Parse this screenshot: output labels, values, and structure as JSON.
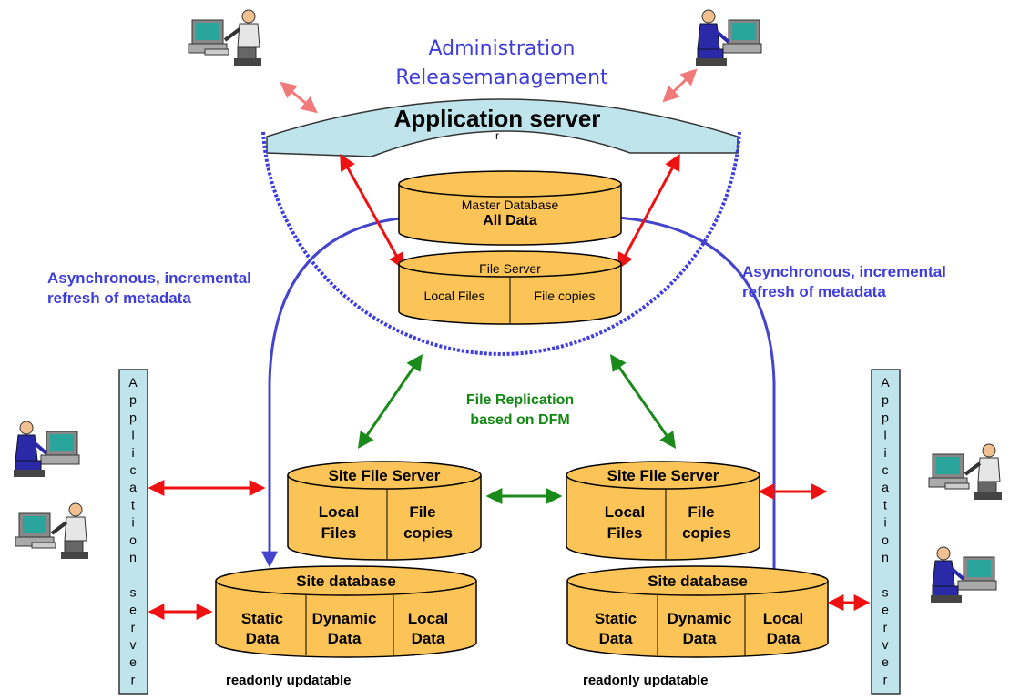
{
  "admin": {
    "line1": "Administration",
    "line2": "Releasemanagement"
  },
  "app_server": {
    "label": "Application server",
    "stray_mark": "r"
  },
  "master_db": {
    "title": "Master Database",
    "subtitle": "All Data"
  },
  "file_server": {
    "title": "File Server",
    "left": "Local Files",
    "right": "File copies"
  },
  "async_left": {
    "line1": "Asynchronous, incremental",
    "line2": "refresh of metadata"
  },
  "async_right": {
    "line1": "Asynchronous, incremental",
    "line2": "refresh of metadata"
  },
  "replication": {
    "line1": "File Replication",
    "line2": "based on DFM"
  },
  "site_file_server_left": {
    "title": "Site File Server",
    "left1": "Local",
    "left2": "Files",
    "right1": "File",
    "right2": "copies"
  },
  "site_file_server_right": {
    "title": "Site File Server",
    "left1": "Local",
    "left2": "Files",
    "right1": "File",
    "right2": "copies"
  },
  "site_db_left": {
    "title": "Site database",
    "c1a": "Static",
    "c1b": "Data",
    "c2a": "Dynamic",
    "c2b": "Data",
    "c3a": "Local",
    "c3b": "Data"
  },
  "site_db_right": {
    "title": "Site database",
    "c1a": "Static",
    "c1b": "Data",
    "c2a": "Dynamic",
    "c2b": "Data",
    "c3a": "Local",
    "c3b": "Data"
  },
  "bottom_left": "readonly updatable",
  "bottom_right": "readonly updatable",
  "side_server_left": {
    "letters": [
      "A",
      "p",
      "p",
      "l",
      "i",
      "c",
      "a",
      "t",
      "i",
      "o",
      "n",
      "",
      "s",
      "e",
      "r",
      "v",
      "e",
      "r"
    ]
  },
  "side_server_right": {
    "letters": [
      "A",
      "p",
      "p",
      "l",
      "i",
      "c",
      "a",
      "t",
      "i",
      "o",
      "n",
      "",
      "s",
      "e",
      "r",
      "v",
      "e",
      "r"
    ]
  },
  "colors": {
    "blue_text": "#3d3dd9",
    "green_text": "#118811",
    "cylinder_fill": "#fcc357",
    "server_fill": "#bfe4ec",
    "red_arrow": "#ee1111",
    "pink_arrow": "#f07a7a",
    "green_arrow": "#1a8a1a",
    "blue_line": "#4444cc"
  }
}
